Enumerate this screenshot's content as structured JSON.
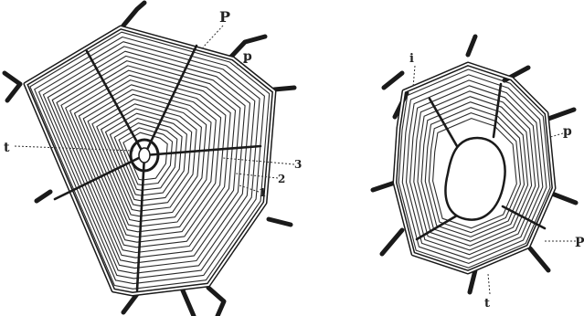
{
  "figures": {
    "left": {
      "labels": {
        "t": "t",
        "P": "P",
        "p": "p",
        "s3": "3",
        "s2": "2",
        "s1": "1"
      }
    },
    "right": {
      "labels": {
        "i": "i",
        "p": "p",
        "P": "P",
        "t": "t"
      }
    }
  }
}
